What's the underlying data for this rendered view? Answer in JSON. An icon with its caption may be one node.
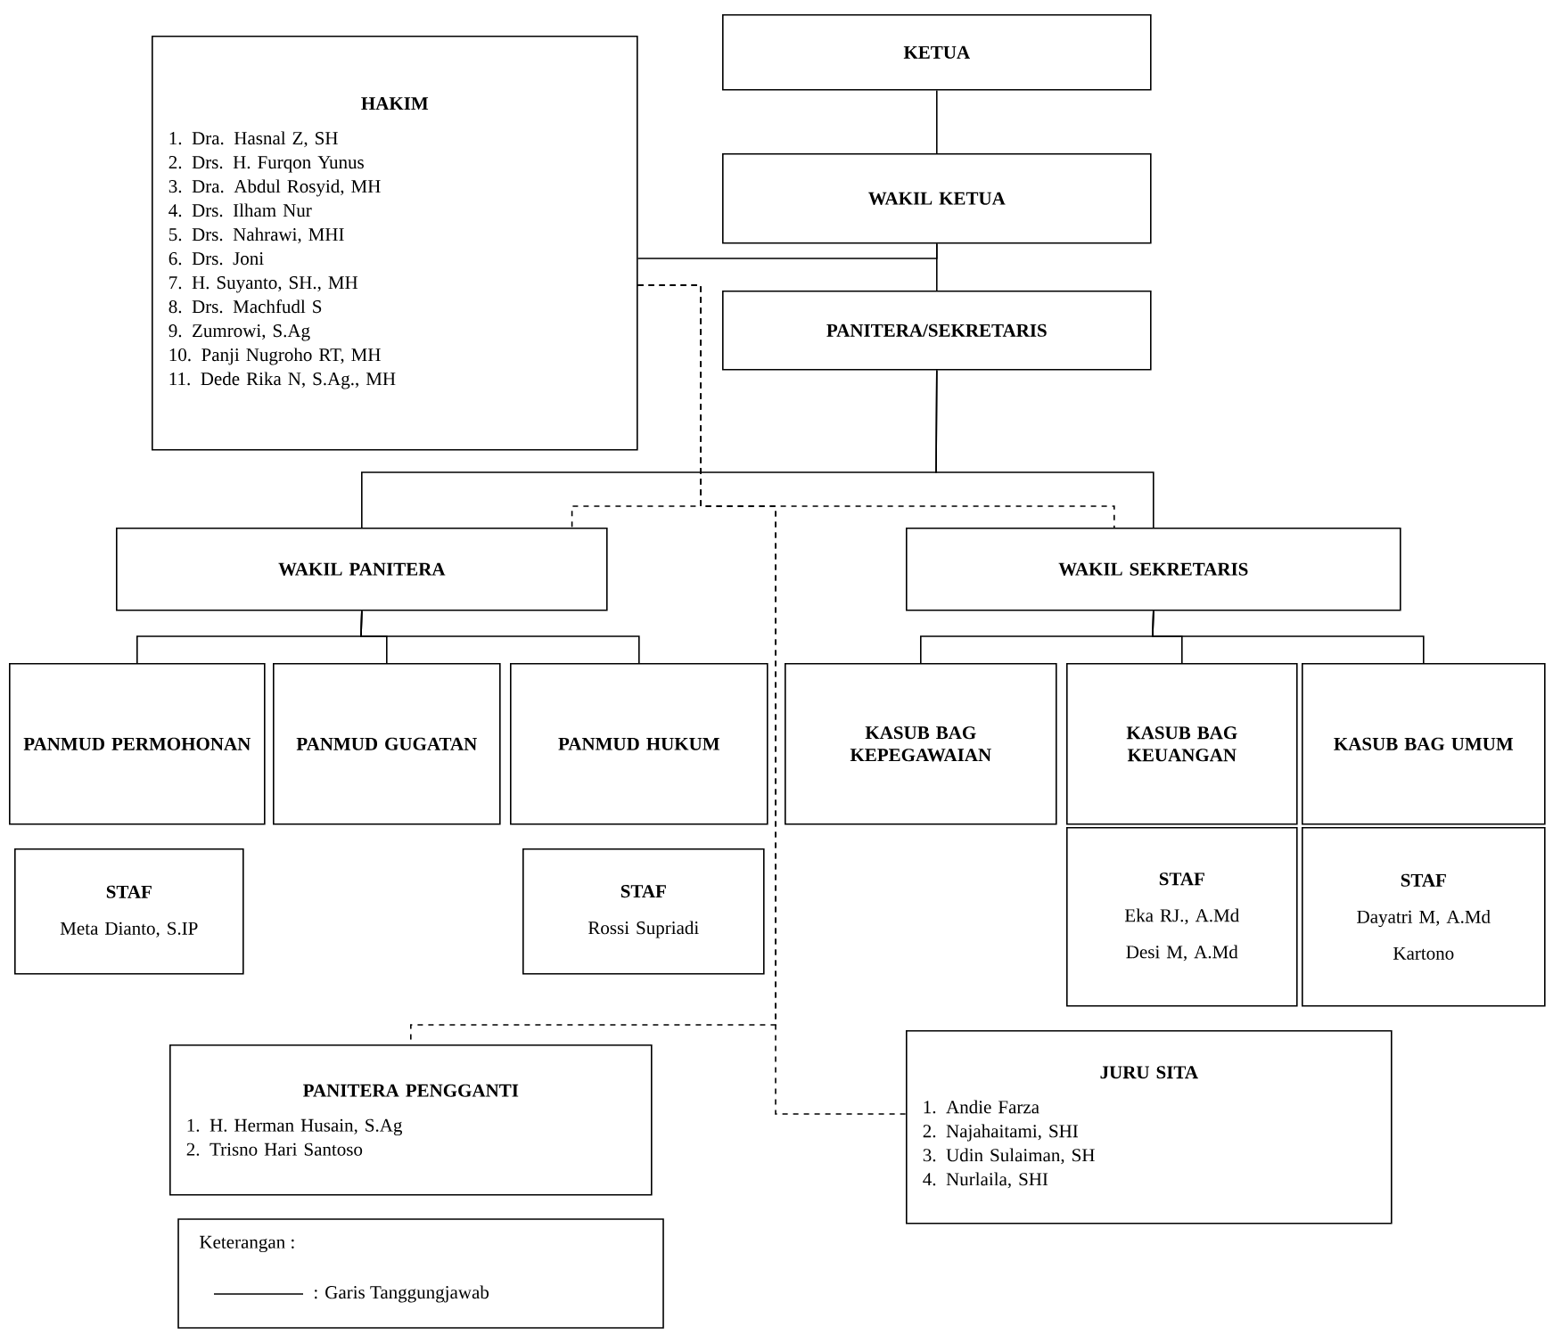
{
  "diagram": {
    "nodes": [
      {
        "text": [
          "KETUA"
        ]
      },
      {
        "text": [
          "WAKIL KETUA"
        ]
      },
      {
        "text": [
          "PANITERA/SEKRETARIS"
        ]
      },
      {
        "text": [
          "HAKIM",
          "1. Dra. Hasnal Z, SH",
          "2. Drs. H. Furqon Yunus",
          "3. Dra. Abdul Rosyid, MH",
          "4. Drs. Ilham Nur",
          "5. Drs. Nahrawi, MHI",
          "6. Drs. Joni",
          "7. H. Suyanto, SH., MH",
          "8. Drs. Machfudl S",
          "9. Zumrowi, S.Ag",
          "10. Panji Nugroho RT, MH",
          "11. Dede Rika N, S.Ag., MH"
        ]
      },
      {
        "text": [
          "WAKIL PANITERA"
        ]
      },
      {
        "text": [
          "WAKIL SEKRETARIS"
        ]
      },
      {
        "text": [
          "PANMUD PERMOHONAN"
        ]
      },
      {
        "text": [
          "PANMUD GUGATAN"
        ]
      },
      {
        "text": [
          "PANMUD HUKUM"
        ]
      },
      {
        "text": [
          "KASUB BAG KEPEGAWAIAN"
        ]
      },
      {
        "text": [
          "KASUB BAG KEUANGAN"
        ]
      },
      {
        "text": [
          "KASUB BAG UMUM"
        ]
      },
      {
        "text": [
          "STAF",
          "Meta Dianto, S.IP"
        ]
      },
      {
        "text": [
          "STAF",
          "Rossi Supriadi"
        ]
      },
      {
        "text": [
          "STAF",
          "Eka RJ., A.Md",
          "Desi M, A.Md"
        ]
      },
      {
        "text": [
          "STAF",
          "Dayatri M, A.Md",
          "Kartono"
        ]
      },
      {
        "text": [
          "PANITERA PENGGANTI",
          "1. H. Herman Husain, S.Ag",
          "2. Trisno Hari Santoso"
        ]
      },
      {
        "text": [
          "JURU SITA",
          "1. Andie Farza",
          "2. Najahaitami, SHI",
          "3. Udin Sulaiman, SH",
          "4. Nurlaila, SHI"
        ]
      }
    ],
    "edges": [
      {
        "from": 0,
        "to": 1,
        "arrow": "none"
      },
      {
        "from": 1,
        "to": 2,
        "arrow": "none"
      },
      {
        "from": 3,
        "to": 1,
        "arrow": "none"
      },
      {
        "from": 2,
        "to": 4,
        "arrow": "none"
      },
      {
        "from": 2,
        "to": 5,
        "arrow": "none"
      },
      {
        "from": 4,
        "to": 6,
        "arrow": "none"
      },
      {
        "from": 4,
        "to": 7,
        "arrow": "none"
      },
      {
        "from": 4,
        "to": 8,
        "arrow": "none"
      },
      {
        "from": 5,
        "to": 9,
        "arrow": "none"
      },
      {
        "from": 5,
        "to": 10,
        "arrow": "none"
      },
      {
        "from": 5,
        "to": 11,
        "arrow": "none"
      },
      {
        "from": 3,
        "to": 4,
        "arrow": "none",
        "style": "dashed"
      },
      {
        "from": 3,
        "to": 5,
        "arrow": "none",
        "style": "dashed"
      },
      {
        "from": 3,
        "to": 16,
        "arrow": "none",
        "style": "dashed"
      },
      {
        "from": 3,
        "to": 17,
        "arrow": "none",
        "style": "dashed"
      }
    ],
    "labels": [
      "Keterangan :"
    ],
    "legend": [
      {
        "text": ": Garis Tanggungjawab"
      }
    ]
  }
}
